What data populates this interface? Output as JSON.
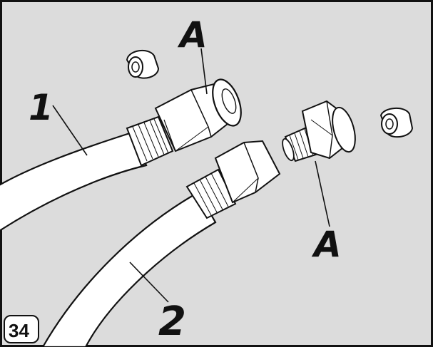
{
  "figure": {
    "number": "34",
    "labels": {
      "hose_1": "1",
      "hose_2": "2",
      "part_a_top": "A",
      "part_a_bottom": "A"
    }
  },
  "colors": {
    "background": "#dcdcdc",
    "frame": "#111111",
    "hose_fill": "#ffffff",
    "ink": "#111111"
  }
}
